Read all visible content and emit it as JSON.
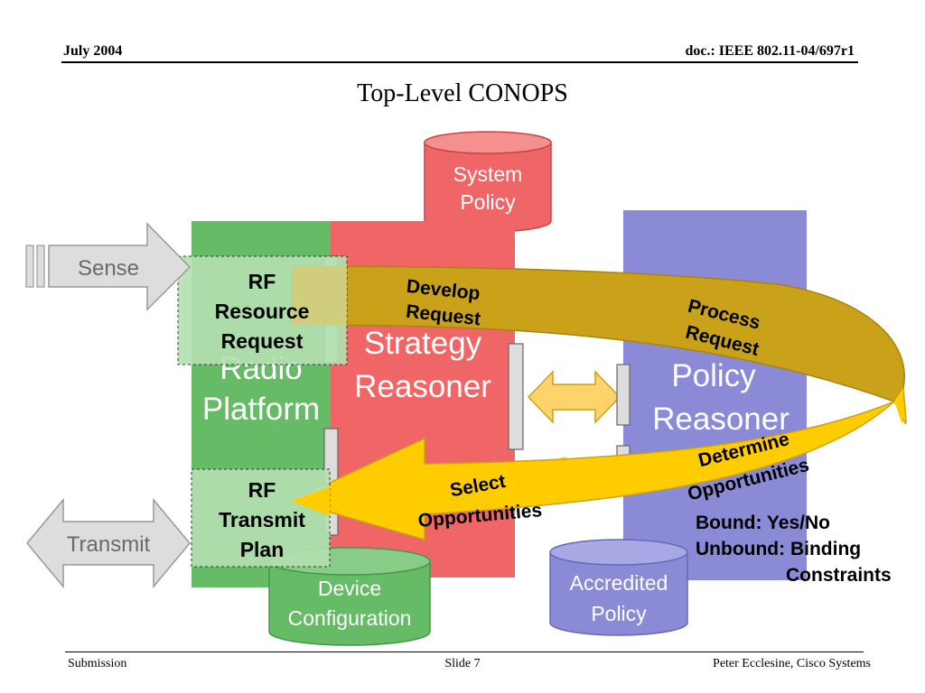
{
  "header": {
    "date": "July 2004",
    "doc": "doc.: IEEE 802.11-04/697r1"
  },
  "title": "Top-Level CONOPS",
  "diagram": {
    "system_policy": [
      "System",
      "Policy"
    ],
    "radio_platform": [
      "Radio",
      "Platform"
    ],
    "strategy_reasoner": [
      "Strategy",
      "Reasoner"
    ],
    "policy_reasoner": [
      "Policy",
      "Reasoner"
    ],
    "device_configuration": [
      "Device",
      "Configuration"
    ],
    "accredited_policy": [
      "Accredited",
      "Policy"
    ],
    "sense": "Sense",
    "transmit": "Transmit",
    "rf_resource_request": [
      "RF",
      "Resource",
      "Request"
    ],
    "rf_transmit_plan": [
      "RF",
      "Transmit",
      "Plan"
    ],
    "develop_request": [
      "Develop",
      "Request"
    ],
    "process_request": [
      "Process",
      "Request"
    ],
    "determine_opportunities": [
      "Determine",
      "Opportunities"
    ],
    "select_opportunities": [
      "Select",
      "Opportunities"
    ],
    "bound_note": [
      "Bound: Yes/No",
      "Unbound: Binding",
      "Constraints"
    ]
  },
  "colors": {
    "green": "#66bb66",
    "red": "#f06666",
    "purple": "#8a8ad6",
    "gold": "#c9a21a",
    "yellow": "#ffcc00",
    "light_green": "#b4e0b0"
  },
  "footer": {
    "left": "Submission",
    "center": "Slide 7",
    "right": "Peter Ecclesine, Cisco Systems"
  }
}
